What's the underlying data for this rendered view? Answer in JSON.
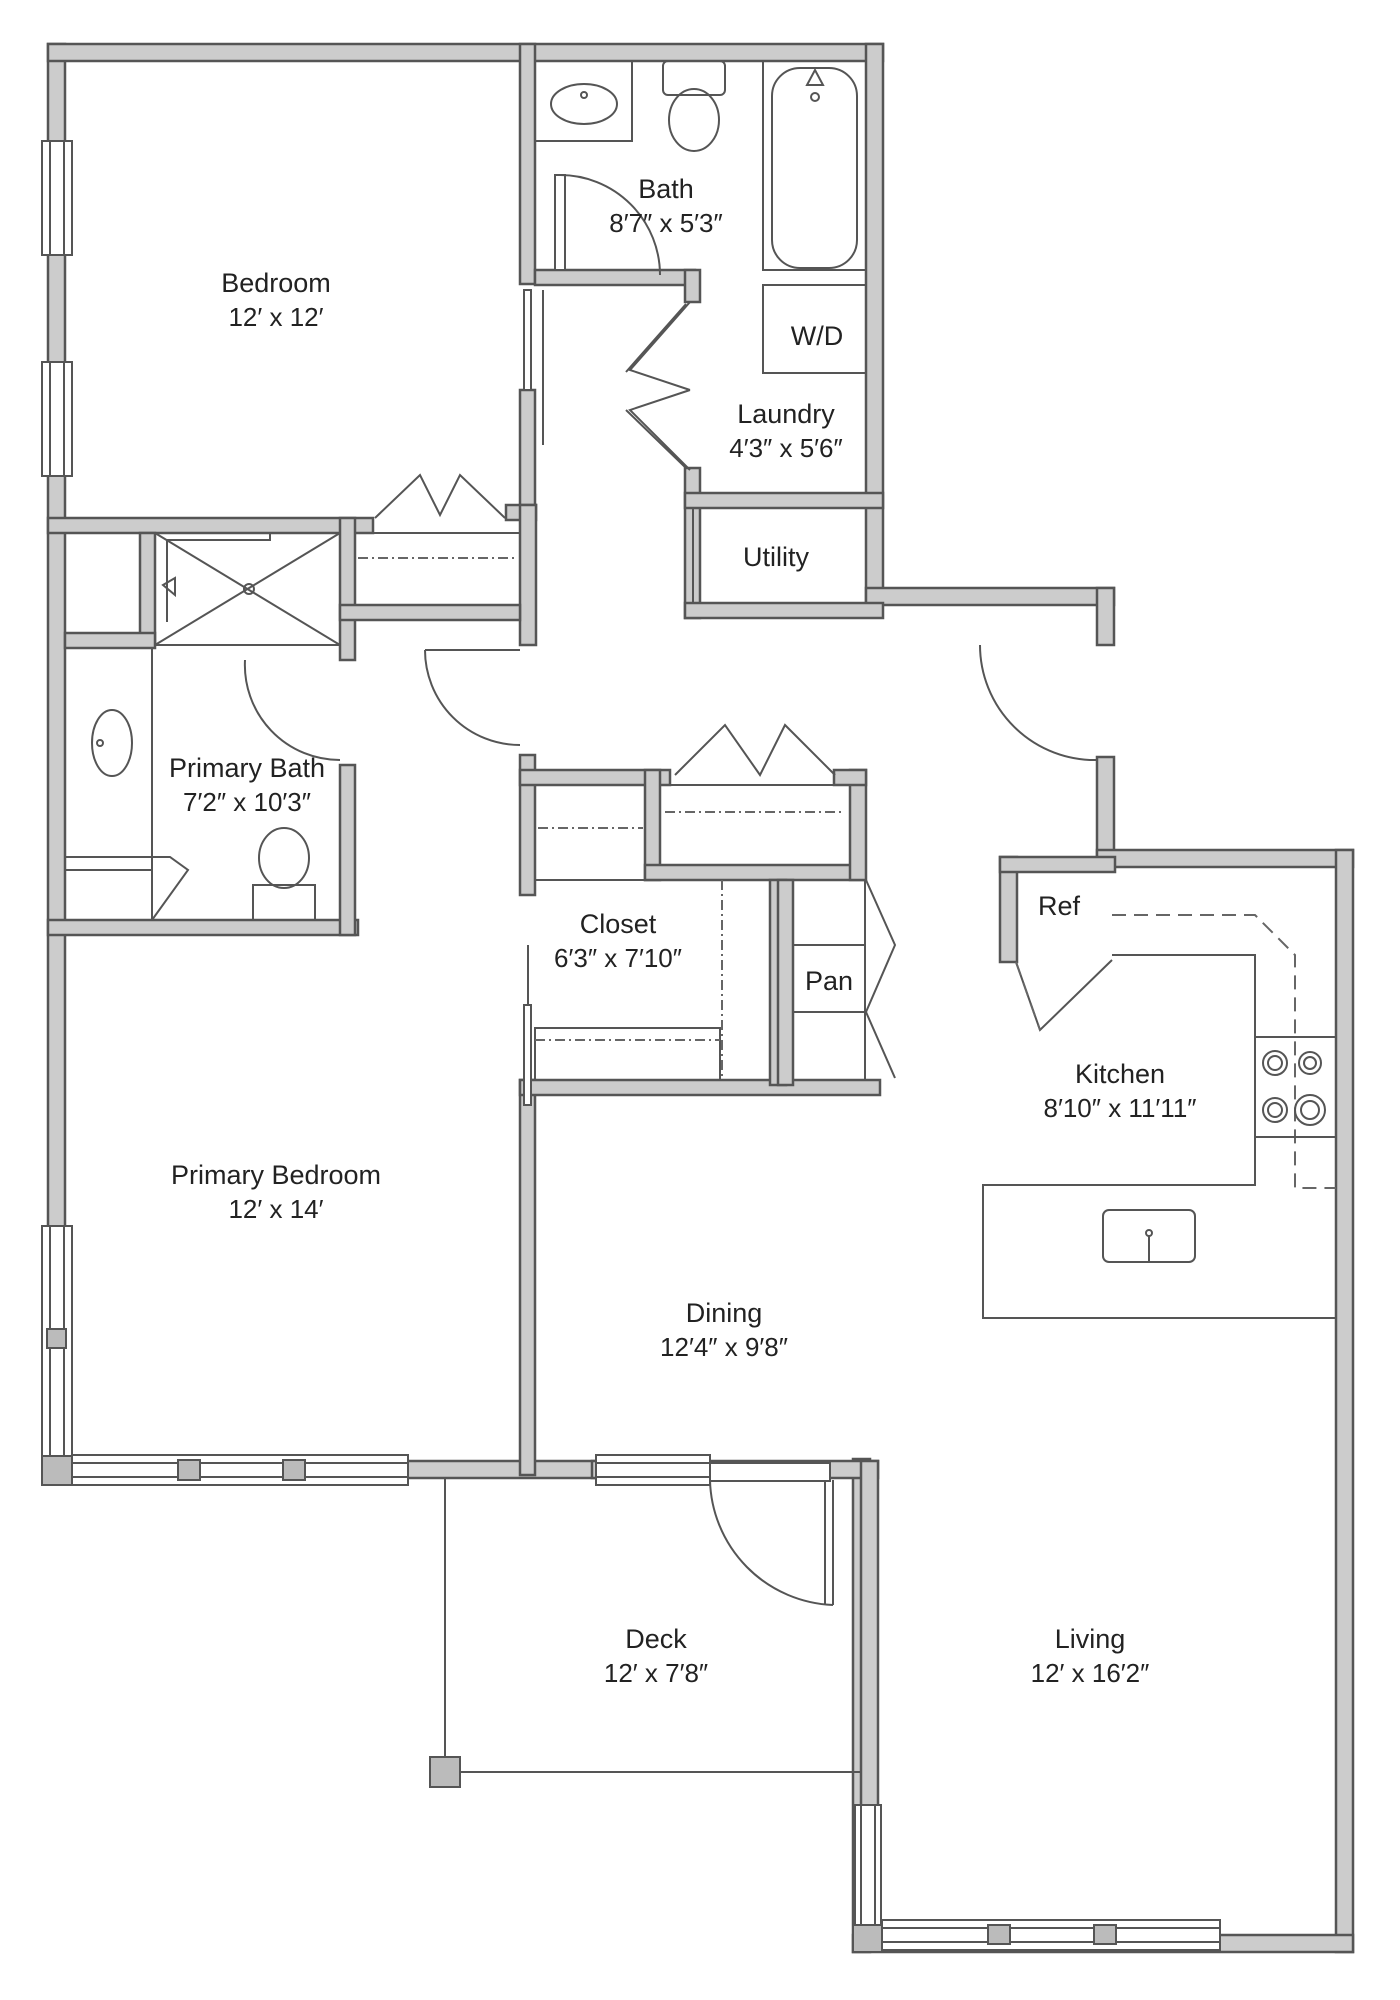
{
  "rooms": {
    "bedroom": {
      "name": "Bedroom",
      "dims": "12′ x 12′"
    },
    "bath": {
      "name": "Bath",
      "dims": "8′7″ x 5′3″"
    },
    "laundry": {
      "name": "Laundry",
      "dims": "4′3″ x 5′6″"
    },
    "utility": {
      "name": "Utility"
    },
    "primary_bath": {
      "name": "Primary Bath",
      "dims": "7′2″ x 10′3″"
    },
    "closet": {
      "name": "Closet",
      "dims": "6′3″ x 7′10″"
    },
    "primary_bedroom": {
      "name": "Primary Bedroom",
      "dims": "12′ x 14′"
    },
    "kitchen": {
      "name": "Kitchen",
      "dims": "8′10″ x 11′11″"
    },
    "dining": {
      "name": "Dining",
      "dims": "12′4″ x 9′8″"
    },
    "deck": {
      "name": "Deck",
      "dims": "12′ x 7′8″"
    },
    "living": {
      "name": "Living",
      "dims": "12′ x 16′2″"
    }
  },
  "fixtures": {
    "washer_dryer": "W/D",
    "pantry": "Pan",
    "refrigerator": "Ref"
  },
  "colors": {
    "wall_fill": "#cccccc",
    "line": "#555555",
    "text": "#222222",
    "background": "#ffffff"
  }
}
